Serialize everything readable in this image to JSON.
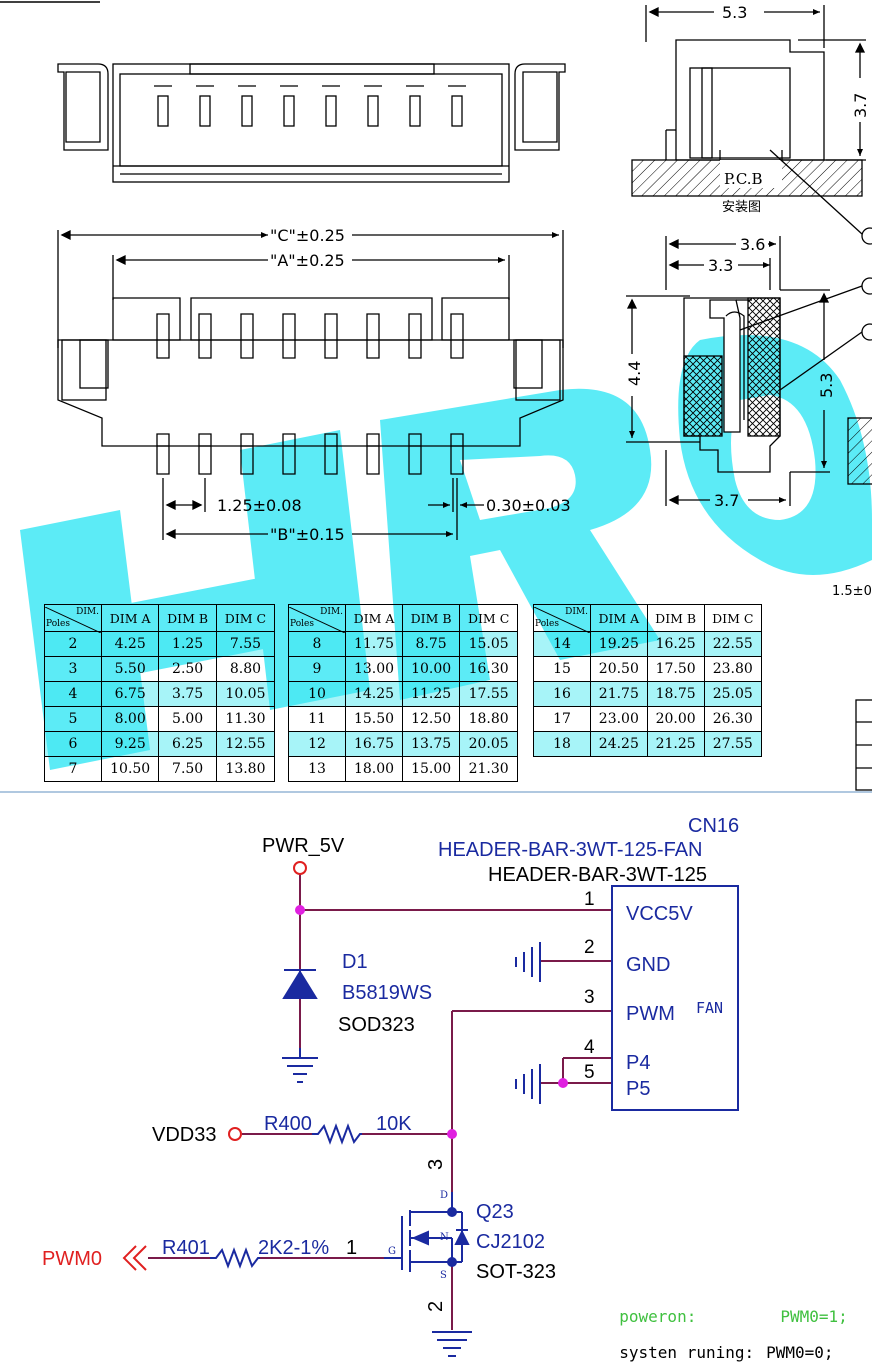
{
  "drawing": {
    "dims": {
      "c_dim": "\"C\"±0.25",
      "a_dim": "\"A\"±0.25",
      "pitch": "1.25±0.08",
      "pin_width": "0.30±0.03",
      "b_dim": "\"B\"±0.15",
      "side_width": "5.3",
      "side_height": "3.7",
      "pcb_label": "P.C.B",
      "pcb_caption": "安装图",
      "sec_outer": "3.6",
      "sec_inner": "3.3",
      "sec_height_left": "4.4",
      "sec_height_right": "5.3",
      "sec_bottom": "3.7",
      "edge_text": "1.5±0"
    },
    "watermark": "HRO"
  },
  "tables": {
    "header_top": "DIM.",
    "header_bottom": "Poles",
    "col_a": "DIM A",
    "col_b": "DIM B",
    "col_c": "DIM C",
    "t1": [
      [
        "2",
        "4.25",
        "1.25",
        "7.55"
      ],
      [
        "3",
        "5.50",
        "2.50",
        "8.80"
      ],
      [
        "4",
        "6.75",
        "3.75",
        "10.05"
      ],
      [
        "5",
        "8.00",
        "5.00",
        "11.30"
      ],
      [
        "6",
        "9.25",
        "6.25",
        "12.55"
      ],
      [
        "7",
        "10.50",
        "7.50",
        "13.80"
      ]
    ],
    "t2": [
      [
        "8",
        "11.75",
        "8.75",
        "15.05"
      ],
      [
        "9",
        "13.00",
        "10.00",
        "16.30"
      ],
      [
        "10",
        "14.25",
        "11.25",
        "17.55"
      ],
      [
        "11",
        "15.50",
        "12.50",
        "18.80"
      ],
      [
        "12",
        "16.75",
        "13.75",
        "20.05"
      ],
      [
        "13",
        "18.00",
        "15.00",
        "21.30"
      ]
    ],
    "t3": [
      [
        "14",
        "19.25",
        "16.25",
        "22.55"
      ],
      [
        "15",
        "20.50",
        "17.50",
        "23.80"
      ],
      [
        "16",
        "21.75",
        "18.75",
        "25.05"
      ],
      [
        "17",
        "23.00",
        "20.00",
        "26.30"
      ],
      [
        "18",
        "24.25",
        "21.25",
        "27.55"
      ]
    ]
  },
  "schematic": {
    "cn_ref": "CN16",
    "cn_part": "HEADER-BAR-3WT-125-FAN",
    "cn_footprint": "HEADER-BAR-3WT-125",
    "cn_block_label": "FAN",
    "pins": [
      {
        "num": "1",
        "name": "VCC5V"
      },
      {
        "num": "2",
        "name": "GND"
      },
      {
        "num": "3",
        "name": "PWM"
      },
      {
        "num": "4",
        "name": "P4"
      },
      {
        "num": "5",
        "name": "P5"
      }
    ],
    "pwr_net": "PWR_5V",
    "d1_ref": "D1",
    "d1_part": "B5819WS",
    "d1_pkg": "SOD323",
    "vdd_net": "VDD33",
    "r400_ref": "R400",
    "r400_val": "10K",
    "q_ref": "Q23",
    "q_part": "CJ2102",
    "q_pkg": "SOT-323",
    "q_pin_d": "D",
    "q_pin_g": "G",
    "q_pin_s": "S",
    "q_pin_n": "N",
    "q_pin3": "3",
    "q_pin2": "2",
    "r401_ref": "R401",
    "r401_val": "2K2-1%",
    "r401_pin": "1",
    "pwm_net": "PWM0",
    "note_label_1": "poweron:",
    "note_value_1": "PWM0=1;",
    "note_label_2": "systen runing:",
    "note_value_2": "PWM0=0;"
  },
  "colors": {
    "wire": "#7a1a4a",
    "component": "#1a2aa0",
    "junction": "#e020e0",
    "net_port": "#e02020",
    "note_green": "#40c040",
    "watermark": "#40e8f4"
  }
}
